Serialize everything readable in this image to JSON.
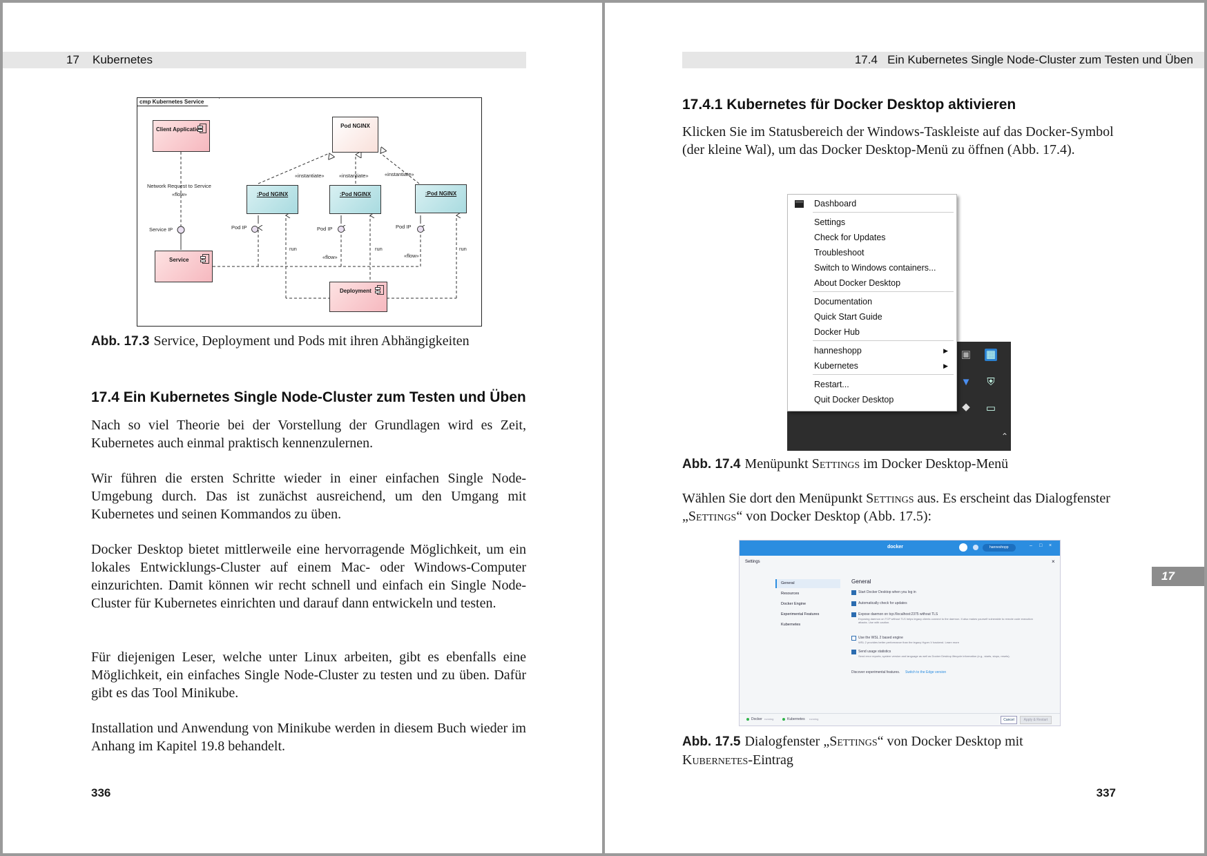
{
  "left_page": {
    "running_head": {
      "chapter_number": "17",
      "chapter_title": "Kubernetes"
    },
    "figure_17_3": {
      "frame_label": "cmp Kubernetes Service",
      "client_application": "Client Application",
      "pod_nginx_template": "Pod NGINX",
      "pod_instances": [
        ":Pod NGINX",
        ":Pod NGINX",
        ":Pod NGINX"
      ],
      "service": "Service",
      "deployment": "Deployment",
      "network_request": "Network Request to Service",
      "flow_label": "«flow»",
      "instantiate_label": "«instantiate»",
      "service_ip": "Service IP",
      "pod_ip": "Pod IP",
      "run_label": "run",
      "caption_number": "Abb. 17.3",
      "caption_text": "Service, Deployment und Pods mit ihren Abhängigkeiten"
    },
    "section_17_4": {
      "heading": "17.4   Ein Kubernetes Single Node-Cluster zum Testen und Üben",
      "paragraphs": [
        "Nach so viel Theorie bei der Vorstellung der Grundlagen wird es Zeit, Kubernetes auch einmal praktisch kennenzulernen.",
        "Wir führen die ersten Schritte wieder in einer einfachen Single Node-Umgebung durch. Das ist zunächst ausreichend, um den Umgang mit Kubernetes und seinen Kommandos zu üben.",
        "Docker Desktop bietet mittlerweile eine hervorragende Möglichkeit, um ein lokales Entwicklungs-Cluster auf einem Mac- oder Windows-Computer einzurichten. Damit können wir recht schnell und einfach ein Single Node-Cluster für Kubernetes einrichten und darauf dann entwickeln und testen.",
        "Für diejenigen Leser, welche unter Linux arbeiten, gibt es ebenfalls eine Möglichkeit, ein einfaches Single Node-Cluster zu testen und zu üben. Dafür gibt es das Tool Minikube.",
        "Installation und Anwendung von Minikube werden in diesem Buch wieder im Anhang im Kapitel 19.8 behandelt."
      ]
    },
    "page_number": "336"
  },
  "right_page": {
    "running_head": {
      "section_number": "17.4",
      "section_title": "Ein Kubernetes Single Node-Cluster zum Testen und Üben"
    },
    "section_17_4_1": {
      "heading": "17.4.1   Kubernetes für Docker Desktop aktivieren",
      "paragraph_1": "Klicken Sie im Statusbereich der Windows-Taskleiste auf das Docker-Symbol (der kleine Wal), um das Docker Desktop-Menü zu öffnen (Abb. 17.4)."
    },
    "figure_17_4": {
      "menu_items": [
        {
          "label": "Dashboard"
        },
        {
          "label": "Settings"
        },
        {
          "label": "Check for Updates"
        },
        {
          "label": "Troubleshoot"
        },
        {
          "label": "Switch to Windows containers..."
        },
        {
          "label": "About Docker Desktop"
        },
        {
          "label": "Documentation"
        },
        {
          "label": "Quick Start Guide"
        },
        {
          "label": "Docker Hub"
        },
        {
          "label": "hanneshopp"
        },
        {
          "label": "Kubernetes"
        },
        {
          "label": "Restart..."
        },
        {
          "label": "Quit Docker Desktop"
        }
      ],
      "caption_number": "Abb. 17.4",
      "caption_pre": "Menüpunkt ",
      "caption_sc": "Settings",
      "caption_post": " im Docker Desktop-Menü"
    },
    "paragraph_2": {
      "pre": "Wählen Sie dort den Menüpunkt ",
      "sc1": "Settings",
      "mid": " aus. Es erscheint das Dialogfenster „",
      "sc2": "Settings",
      "post": "“ von Docker Desktop (Abb. 17.5):"
    },
    "figure_17_5": {
      "title_logo": "docker",
      "user": "hanneshopp",
      "window_title": "Settings",
      "nav": [
        "General",
        "Resources",
        "Docker Engine",
        "Experimental Features",
        "Kubernetes"
      ],
      "panel_title": "General",
      "options": [
        {
          "label": "Start Docker Desktop when you log in",
          "checked": true,
          "desc": ""
        },
        {
          "label": "Automatically check for updates",
          "checked": true,
          "desc": ""
        },
        {
          "label": "Expose daemon on tcp://localhost:2375 without TLS",
          "checked": true,
          "desc": "Exposing daemon on TCP without TLS helps legacy clients connect to the daemon. It also makes yourself vulnerable to remote code execution attacks. Use with caution."
        },
        {
          "label": "Use the WSL 2 based engine",
          "checked": false,
          "desc": "WSL 2 provides better performance than the legacy Hyper-V backend. Learn more"
        },
        {
          "label": "Send usage statistics",
          "checked": true,
          "desc": "Send error reports, system version and language as well as Docker Desktop lifecycle information (e.g., starts, stops, resets)."
        }
      ],
      "discover_text": "Discover experimental features.",
      "discover_link": "Switch to the Edge version",
      "status_docker": "Docker",
      "status_docker_state": "running",
      "status_kubernetes": "Kubernetes",
      "status_kubernetes_state": "running",
      "cancel_button": "Cancel",
      "apply_button": "Apply & Restart",
      "caption_number": "Abb. 17.5",
      "caption_pre": "Dialogfenster „",
      "caption_sc1": "Settings",
      "caption_mid": "“ von Docker Desktop mit",
      "caption_sc2": "Kubernetes",
      "caption_post": "-Eintrag"
    },
    "thumb_tab": "17",
    "page_number": "337"
  },
  "colors": {
    "accent": "#2b8de0",
    "running_head_bg": "#e6e6e6",
    "thumb_tab_bg": "#8c8c8c"
  }
}
